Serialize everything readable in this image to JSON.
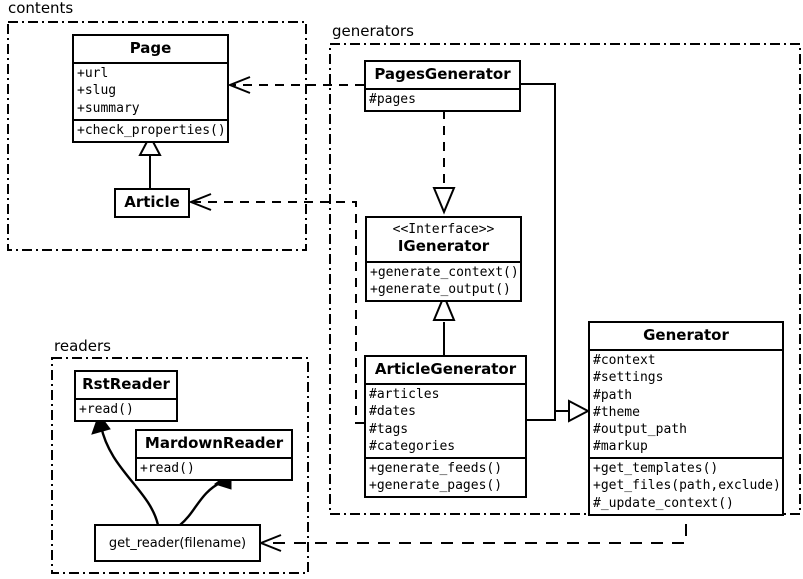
{
  "diagram": {
    "title": "UML class diagram",
    "stroke_color": "#000000",
    "background": "#ffffff"
  },
  "packages": [
    {
      "id": "contents",
      "label": "contents"
    },
    {
      "id": "generators",
      "label": "generators"
    },
    {
      "id": "readers",
      "label": "readers"
    }
  ],
  "classes": {
    "page": {
      "name": "Page",
      "attributes": [
        "+url",
        "+slug",
        "+summary"
      ],
      "methods": [
        "+check_properties()"
      ]
    },
    "article": {
      "name": "Article",
      "attributes": [],
      "methods": []
    },
    "pages_generator": {
      "name": "PagesGenerator",
      "attributes": [
        "#pages"
      ],
      "methods": []
    },
    "igenerator": {
      "stereotype": "<<Interface>>",
      "name": "IGenerator",
      "attributes": [],
      "methods": [
        "+generate_context()",
        "+generate_output()"
      ]
    },
    "article_generator": {
      "name": "ArticleGenerator",
      "attributes": [
        "#articles",
        "#dates",
        "#tags",
        "#categories"
      ],
      "methods": [
        "+generate_feeds()",
        "+generate_pages()"
      ]
    },
    "generator": {
      "name": "Generator",
      "attributes": [
        "#context",
        "#settings",
        "#path",
        "#theme",
        "#output_path",
        "#markup"
      ],
      "methods": [
        "+get_templates()",
        "+get_files(path,exclude)",
        "#_update_context()"
      ]
    },
    "get_reader": {
      "name": "get_reader(filename)"
    },
    "rst_reader": {
      "name": "RstReader",
      "attributes": [],
      "methods": [
        "+read()"
      ]
    },
    "mardown_reader": {
      "name": "MardownReader",
      "attributes": [],
      "methods": [
        "+read()"
      ]
    }
  },
  "relationships": [
    {
      "id": "article-inherits-page",
      "type": "generalization",
      "from": "Article",
      "to": "Page"
    },
    {
      "id": "pagesgenerator-depends-page",
      "type": "dependency",
      "from": "PagesGenerator",
      "to": "Page"
    },
    {
      "id": "articlegenerator-depends-article",
      "type": "dependency",
      "from": "ArticleGenerator",
      "to": "Article"
    },
    {
      "id": "pagesgenerator-realizes-igenerator",
      "type": "realization",
      "from": "PagesGenerator",
      "to": "IGenerator"
    },
    {
      "id": "articlegenerator-inherits-igenerator",
      "type": "generalization",
      "from": "ArticleGenerator",
      "to": "IGenerator"
    },
    {
      "id": "pagesgenerator-inherits-generator",
      "type": "generalization",
      "from": "PagesGenerator",
      "to": "Generator"
    },
    {
      "id": "articlegenerator-inherits-generator",
      "type": "generalization",
      "from": "ArticleGenerator",
      "to": "Generator"
    },
    {
      "id": "generator-depends-getreader",
      "type": "dependency",
      "from": "Generator",
      "to": "get_reader(filename)"
    },
    {
      "id": "getreader-creates-rstreader",
      "type": "association",
      "from": "get_reader(filename)",
      "to": "RstReader"
    },
    {
      "id": "getreader-creates-mardownreader",
      "type": "association",
      "from": "get_reader(filename)",
      "to": "MardownReader"
    }
  ]
}
